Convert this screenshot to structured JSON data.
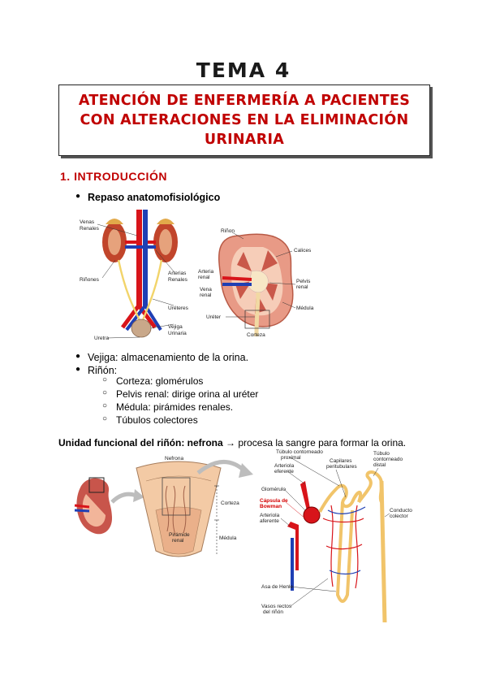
{
  "heading": "TEMA 4",
  "title_lines": [
    "ATENCIÓN DE ENFERMERÍA A PACIENTES",
    "CON ALTERACIONES EN LA ELIMINACIÓN",
    "URINARIA"
  ],
  "section": "1. INTRODUCCIÓN",
  "bullet_repaso": "Repaso anatomofisiológico",
  "fig1_labels": {
    "venas": "Venas",
    "renales": "Renales",
    "rinones": "Riñones",
    "arterias": "Arterias",
    "arterias_renales": "Renales",
    "ureteres": "Uréteres",
    "vejiga": "Vejiga",
    "urinaria": "Urinaria",
    "uretra": "Uretra"
  },
  "fig2_labels": {
    "rinon": "Riñon",
    "calices": "Calices",
    "arteria": "Arteria",
    "arteria_renal": "renal",
    "vena": "Vena",
    "vena_renal": "renal",
    "pelvis": "Pelvis",
    "pelvis_renal": "renal",
    "medula": "Médula",
    "ureter": "Uréter",
    "corteza": "Corteza"
  },
  "bullet_vejiga": "Vejiga: almacenamiento de la orina.",
  "bullet_rinon": "Riñón:",
  "sub_items": [
    "Corteza: glomérulos",
    "Pelvis renal: dirige orina al uréter",
    "Médula: pirámides renales.",
    "Túbulos colectores"
  ],
  "unidad": {
    "bold": "Unidad funcional del riñón: nefrona",
    "arrow": "→",
    "rest": " procesa la sangre para formar la orina."
  },
  "fig3_labels": {
    "nefrona": "Nefrona",
    "corteza": "Corteza",
    "piramide": "Pirámide",
    "renal": "renal",
    "medula": "Médula"
  },
  "fig4_labels": {
    "tubulo_prox_1": "Túbulo contorneado",
    "tubulo_prox_2": "proximal",
    "arteriola_ef_1": "Arteriola",
    "arteriola_ef_2": "eferente",
    "capilares_1": "Capilares",
    "capilares_2": "peritubulares",
    "tubulo_dist_1": "Túbulo",
    "tubulo_dist_2": "contorneado",
    "tubulo_dist_3": "distal",
    "glomerulo": "Glomérulo",
    "capsula_1": "Cápsula de",
    "capsula_2": "Bowman",
    "arteriola_af_1": "Arteriola",
    "arteriola_af_2": "aferente",
    "conducto_1": "Conducto",
    "conducto_2": "colector",
    "asa": "Asa de Henle",
    "vasos_1": "Vasos rectos",
    "vasos_2": "del riñón"
  },
  "colors": {
    "title_red": "#c00000",
    "artery_red": "#d8141a",
    "vein_blue": "#1f3fb4"
  }
}
